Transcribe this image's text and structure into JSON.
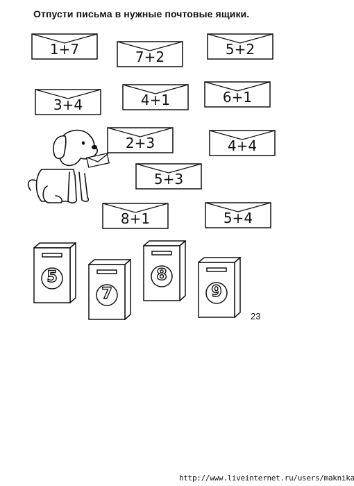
{
  "instruction": "Отпусти письма в нужные почтовые ящики.",
  "envelopes": [
    {
      "expr": "1+7"
    },
    {
      "expr": "7+2"
    },
    {
      "expr": "5+2"
    },
    {
      "expr": "3+4"
    },
    {
      "expr": "4+1"
    },
    {
      "expr": "6+1"
    },
    {
      "expr": "2+3"
    },
    {
      "expr": "4+4"
    },
    {
      "expr": "5+3"
    },
    {
      "expr": "8+1"
    },
    {
      "expr": "5+4"
    }
  ],
  "mailboxes": [
    {
      "number": "5"
    },
    {
      "number": "7"
    },
    {
      "number": "8"
    },
    {
      "number": "9"
    }
  ],
  "page_number": "23",
  "footer_url": "http://www.liveinternet.ru/users/maknika/"
}
